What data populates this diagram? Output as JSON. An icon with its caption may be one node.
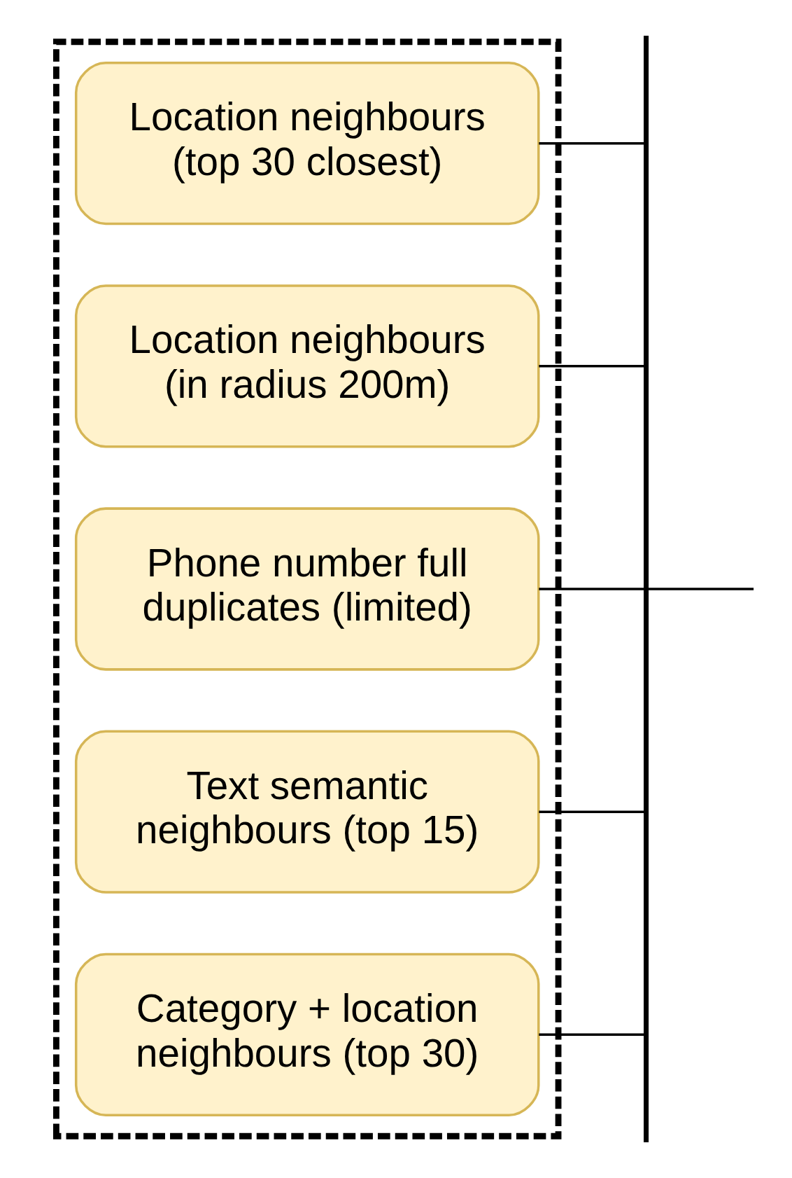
{
  "diagram": {
    "nodes": [
      {
        "text": [],
        "shape": "box"
      },
      {
        "text": [
          "Location neighbours (top 30 closest)"
        ],
        "in": 0
      },
      {
        "text": [
          "Location neighbours (in radius 200m)"
        ],
        "in": 0
      },
      {
        "text": [
          "Phone number full duplicates (limited)"
        ],
        "in": 0
      },
      {
        "text": [
          "Text semantic neighbours (top 15)"
        ],
        "in": 0
      },
      {
        "text": [
          "Category + location neighbours (top 30)"
        ],
        "in": 0
      },
      {
        "text": [],
        "shape": "bar"
      }
    ],
    "edges": [
      {
        "from": 1,
        "to": 6,
        "arrow": "none"
      },
      {
        "from": 2,
        "to": 6,
        "arrow": "none"
      },
      {
        "from": 3,
        "to": 6,
        "arrow": "none"
      },
      {
        "from": 4,
        "to": 6,
        "arrow": "none"
      },
      {
        "from": 5,
        "to": 6,
        "arrow": "none"
      },
      {
        "from": 6,
        "to": null,
        "arrow": "none"
      }
    ]
  }
}
